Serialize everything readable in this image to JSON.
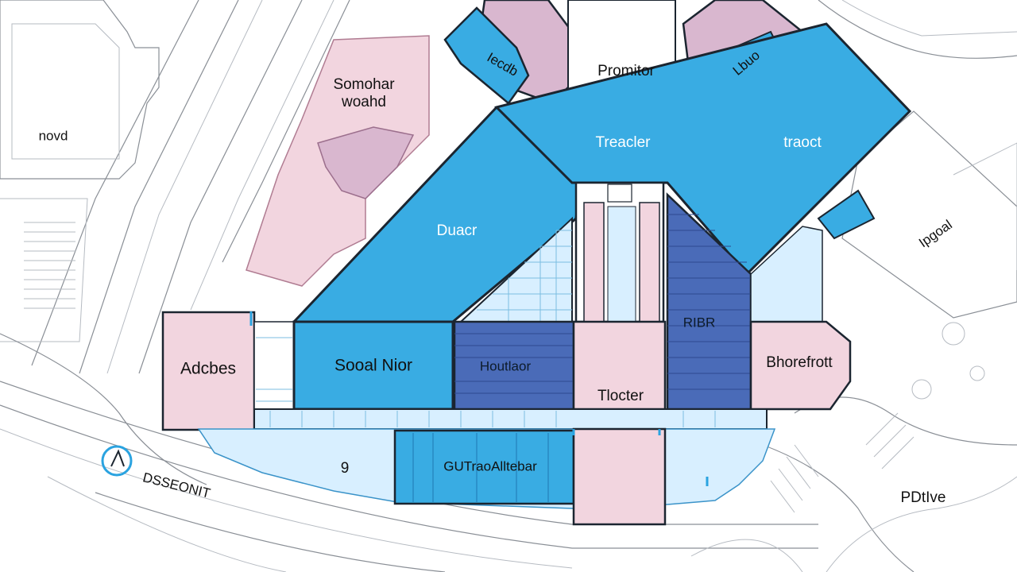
{
  "map": {
    "labels": {
      "novd": "novd",
      "somohar_woahd": [
        "Somohar",
        "woahd"
      ],
      "promitor": "Promitor",
      "treacler": "Treacler",
      "traoct": "traoct",
      "duacr": "Duacr",
      "top_left_pink": "Iecdb",
      "top_right_pink": "Lbuo",
      "adcbes": "Adcbes",
      "sooal_nior": "Sooal Nior",
      "houtlaor": "Houtlaor",
      "ribr": "RIBR",
      "tlocter": "Tlocter",
      "bhorefrott": "Bhorefrott",
      "gutraoalltebar": "GUTraoAlltebar",
      "dsseonit": "DSSEONIT",
      "pdtive": "PDtIve",
      "ipgoal": "Ipgoal",
      "nine": "9"
    },
    "colors": {
      "blue": "#39ace3",
      "pale_blue": "#d8efff",
      "indigo": "#4a6bb8",
      "pink": "#f2d5df",
      "mauve": "#d9b7cf",
      "outline": "#1b2530"
    }
  }
}
